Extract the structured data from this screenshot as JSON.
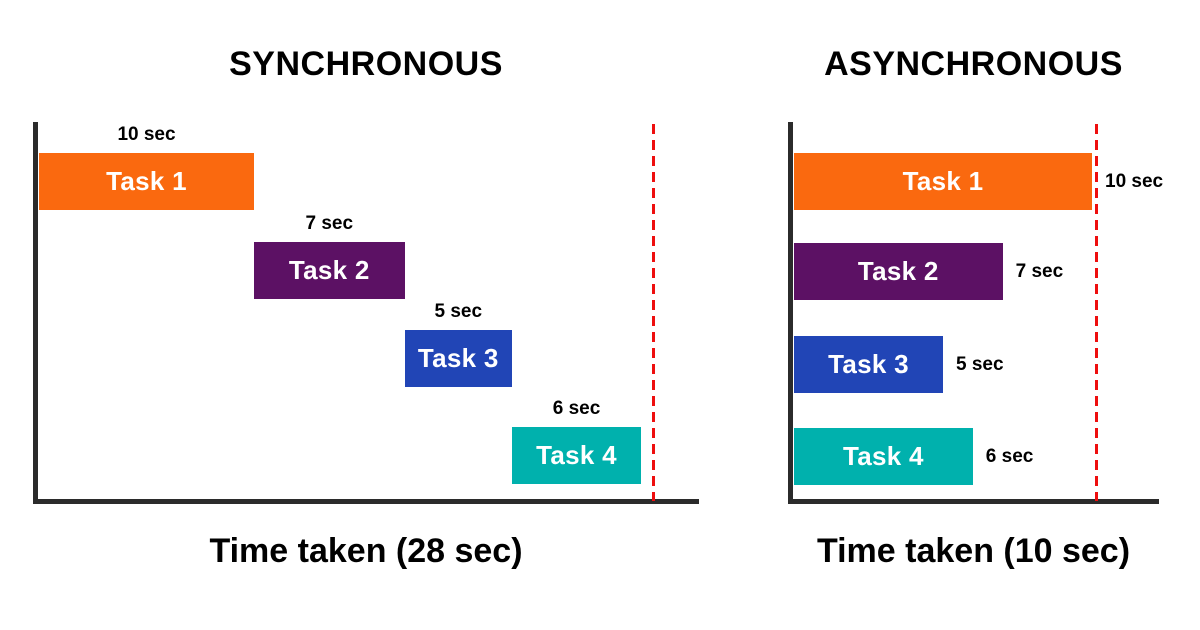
{
  "colors": {
    "axis": "#2b2b2b",
    "deadline": "#ee0e0e",
    "bar_text": "#ffffff",
    "label_text": "#000000",
    "task1": "#fa690f",
    "task2": "#5c1164",
    "task3": "#2145b6",
    "task4": "#00b1ad"
  },
  "panels": [
    {
      "title": "SYNCHRONOUS",
      "xlabel": "Time taken (28 sec)",
      "mode": "sequential",
      "total_sec": 28,
      "tasks": [
        {
          "label": "Task 1",
          "duration_sec": 10,
          "duration_label": "10 sec",
          "color": "#fa690f"
        },
        {
          "label": "Task 2",
          "duration_sec": 7,
          "duration_label": "7 sec",
          "color": "#5c1164"
        },
        {
          "label": "Task 3",
          "duration_sec": 5,
          "duration_label": "5 sec",
          "color": "#2145b6"
        },
        {
          "label": "Task 4",
          "duration_sec": 6,
          "duration_label": "6 sec",
          "color": "#00b1ad"
        }
      ]
    },
    {
      "title": "ASYNCHRONOUS",
      "xlabel": "Time taken (10 sec)",
      "mode": "parallel",
      "total_sec": 10,
      "tasks": [
        {
          "label": "Task 1",
          "duration_sec": 10,
          "duration_label": "10 sec",
          "color": "#fa690f"
        },
        {
          "label": "Task 2",
          "duration_sec": 7,
          "duration_label": "7 sec",
          "color": "#5c1164"
        },
        {
          "label": "Task 3",
          "duration_sec": 5,
          "duration_label": "5 sec",
          "color": "#2145b6"
        },
        {
          "label": "Task 4",
          "duration_sec": 6,
          "duration_label": "6 sec",
          "color": "#00b1ad"
        }
      ]
    }
  ],
  "chart_data": [
    {
      "type": "bar",
      "variant": "gantt",
      "title": "SYNCHRONOUS",
      "xlabel": "Time taken (28 sec)",
      "categories": [
        "Task 1",
        "Task 2",
        "Task 3",
        "Task 4"
      ],
      "values": [
        10,
        7,
        5,
        6
      ],
      "start_times_sec": [
        0,
        10,
        17,
        22
      ],
      "total_time_sec": 28,
      "data_labels": [
        "10 sec",
        "7 sec",
        "5 sec",
        "6 sec"
      ],
      "annotations": [
        "red dashed vertical line at total elapsed time"
      ],
      "grid": false,
      "legend": false
    },
    {
      "type": "bar",
      "variant": "gantt",
      "title": "ASYNCHRONOUS",
      "xlabel": "Time taken (10 sec)",
      "categories": [
        "Task 1",
        "Task 2",
        "Task 3",
        "Task 4"
      ],
      "values": [
        10,
        7,
        5,
        6
      ],
      "start_times_sec": [
        0,
        0,
        0,
        0
      ],
      "total_time_sec": 10,
      "data_labels": [
        "10 sec",
        "7 sec",
        "5 sec",
        "6 sec"
      ],
      "annotations": [
        "red dashed vertical line at total elapsed time"
      ],
      "grid": false,
      "legend": false
    }
  ]
}
